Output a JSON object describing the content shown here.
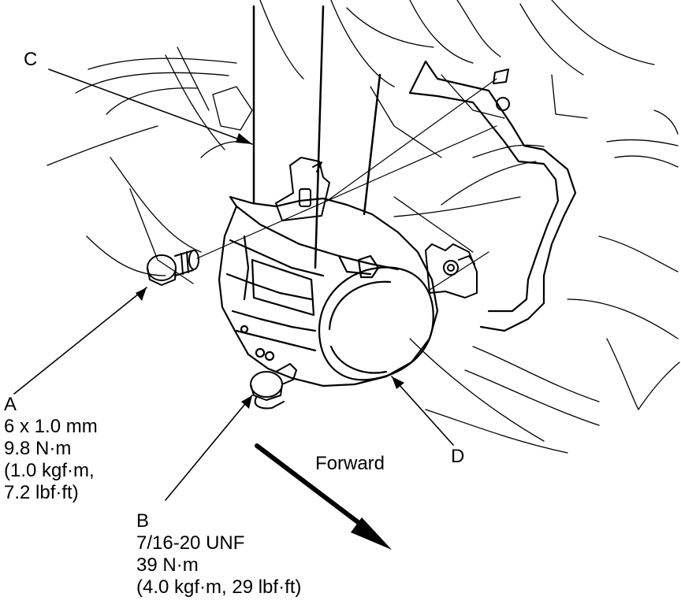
{
  "callouts": {
    "a": {
      "letter": "A",
      "lines": [
        "6 x 1.0 mm",
        "9.8 N·m",
        "(1.0 kgf·m,",
        "7.2 lbf·ft)"
      ]
    },
    "b": {
      "letter": "B",
      "lines": [
        "7/16-20 UNF",
        "39 N·m",
        "(4.0 kgf·m, 29 lbf·ft)"
      ]
    },
    "c": {
      "letter": "C"
    },
    "d": {
      "letter": "D"
    }
  },
  "direction": {
    "label": "Forward"
  },
  "colors": {
    "ink": "#000000",
    "background": "#ffffff"
  }
}
